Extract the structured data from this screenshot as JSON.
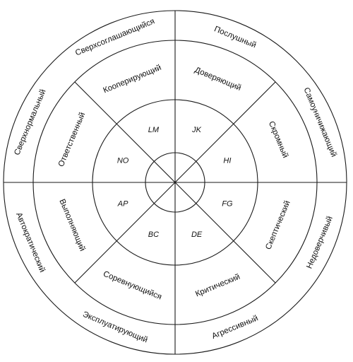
{
  "outer_labels": [
    "Послушный",
    "Самоуничижающий",
    "Недоверчивый",
    "Агрессивный",
    "Эксплуатирующий",
    "Автократический",
    "Сверхнормальный",
    "Сверхсоглашающийся"
  ],
  "middle_labels": [
    "Доверяющий",
    "Скромный",
    "Скептический",
    "Критический",
    "Соревнующийся",
    "Выполняющий",
    "Ответственный",
    "Кооперирующий"
  ],
  "codes": [
    "JK",
    "HI",
    "FG",
    "DE",
    "BC",
    "AP",
    "NO",
    "LM"
  ]
}
